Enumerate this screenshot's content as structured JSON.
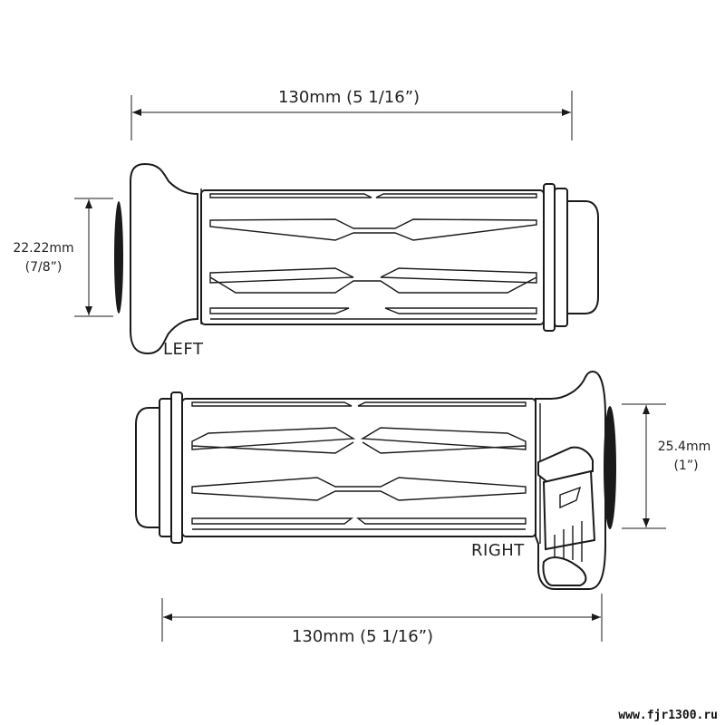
{
  "left_grip": {
    "length_label": "130mm (5 1/16”)",
    "diameter_mm": "22.22mm",
    "diameter_in": "(7/8”)",
    "side_label": "LEFT"
  },
  "right_grip": {
    "length_label": "130mm (5 1/16”)",
    "diameter_mm": "25.4mm",
    "diameter_in": "(1”)",
    "side_label": "RIGHT"
  },
  "watermark": "www.fjr1300.ru",
  "colors": {
    "line": "#1a1a1a",
    "background": "#ffffff"
  }
}
